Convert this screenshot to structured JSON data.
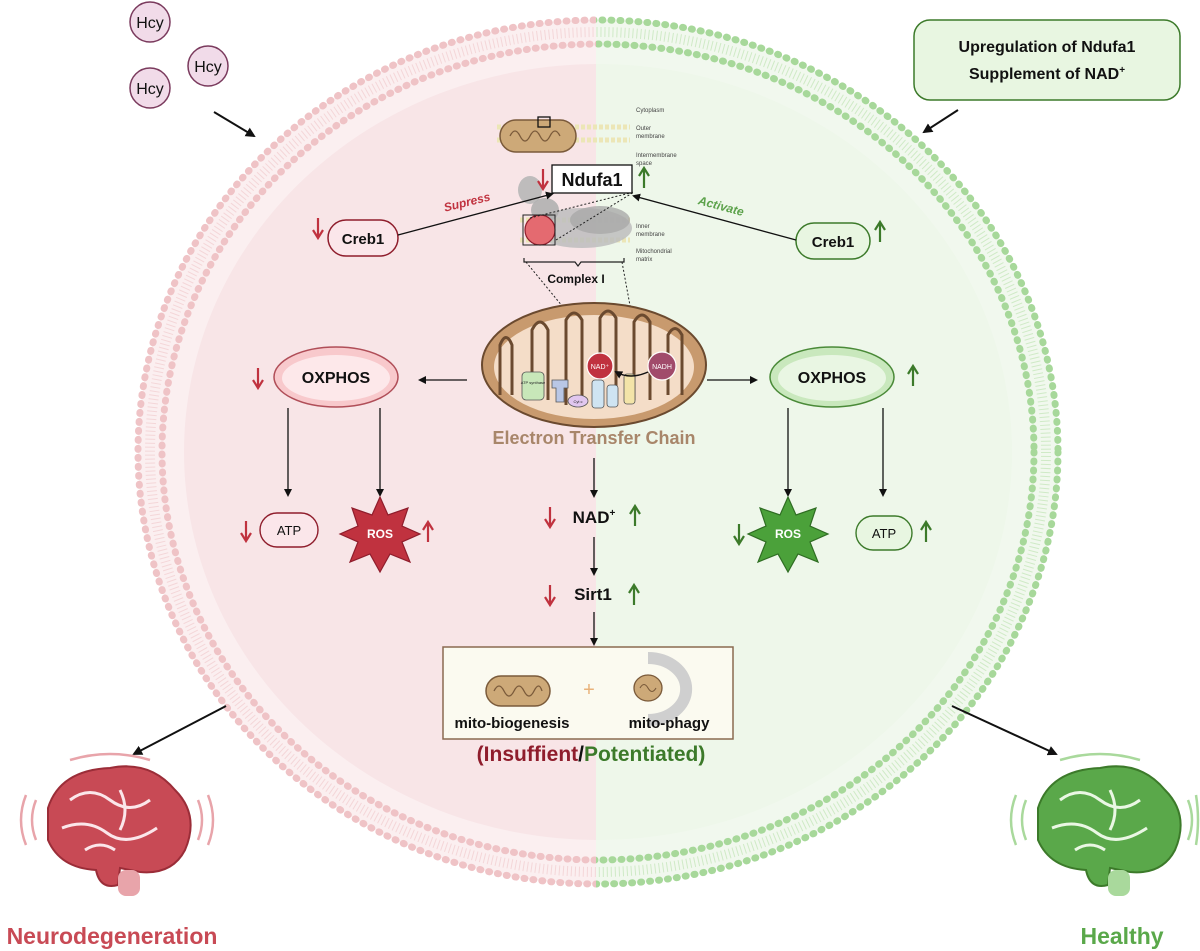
{
  "hcy": {
    "label": "Hcy"
  },
  "intervention": {
    "line1": "Upregulation of Ndufa1",
    "line2_prefix": "Supplement of NAD",
    "line2_sup": "+"
  },
  "membrane_labels": {
    "cytoplasm": "Cytoplasm",
    "outer1": "Outer",
    "outer2": "membrane",
    "ims1": "Intermembrane",
    "ims2": "space",
    "inner1": "Inner",
    "inner2": "membrane",
    "matrix1": "Mitochondrial",
    "matrix2": "matrix"
  },
  "ndufa1": {
    "label": "Ndufa1"
  },
  "complex": {
    "label": "Complex I"
  },
  "creb_left": {
    "label": "Creb1",
    "action": "Supress"
  },
  "creb_right": {
    "label": "Creb1",
    "action": "Activate"
  },
  "mito": {
    "nad": "NAD⁺",
    "nadh": "NADH",
    "atp_synthase": "ATP synthase",
    "cyt_c": "Cyt c"
  },
  "etc": {
    "label": "Electron Transfer Chain"
  },
  "oxphos_left": {
    "label": "OXPHOS"
  },
  "oxphos_right": {
    "label": "OXPHOS"
  },
  "atp_left": {
    "label": "ATP"
  },
  "atp_right": {
    "label": "ATP"
  },
  "ros_left": {
    "label": "ROS"
  },
  "ros_right": {
    "label": "ROS"
  },
  "nad_center": {
    "prefix": "NAD",
    "sup": "+"
  },
  "sirt1": {
    "label": "Sirt1"
  },
  "outcome_box": {
    "biogenesis": "mito-biogenesis",
    "phagy": "mito-phagy",
    "plus": "+"
  },
  "insufficient": {
    "open": "(",
    "bad": "Insuffient",
    "slash": "/",
    "good": "Potentiated",
    "close": ")"
  },
  "result_left": {
    "label": "Neurodegeneration"
  },
  "result_right": {
    "label": "Healthy"
  },
  "colors": {
    "red": "#c0323f",
    "dark_red": "#8f1d2c",
    "green": "#3c7a2a",
    "light_green": "#7bc36a",
    "brown": "#a8866a",
    "hcy_fill": "#f1dbe9"
  }
}
